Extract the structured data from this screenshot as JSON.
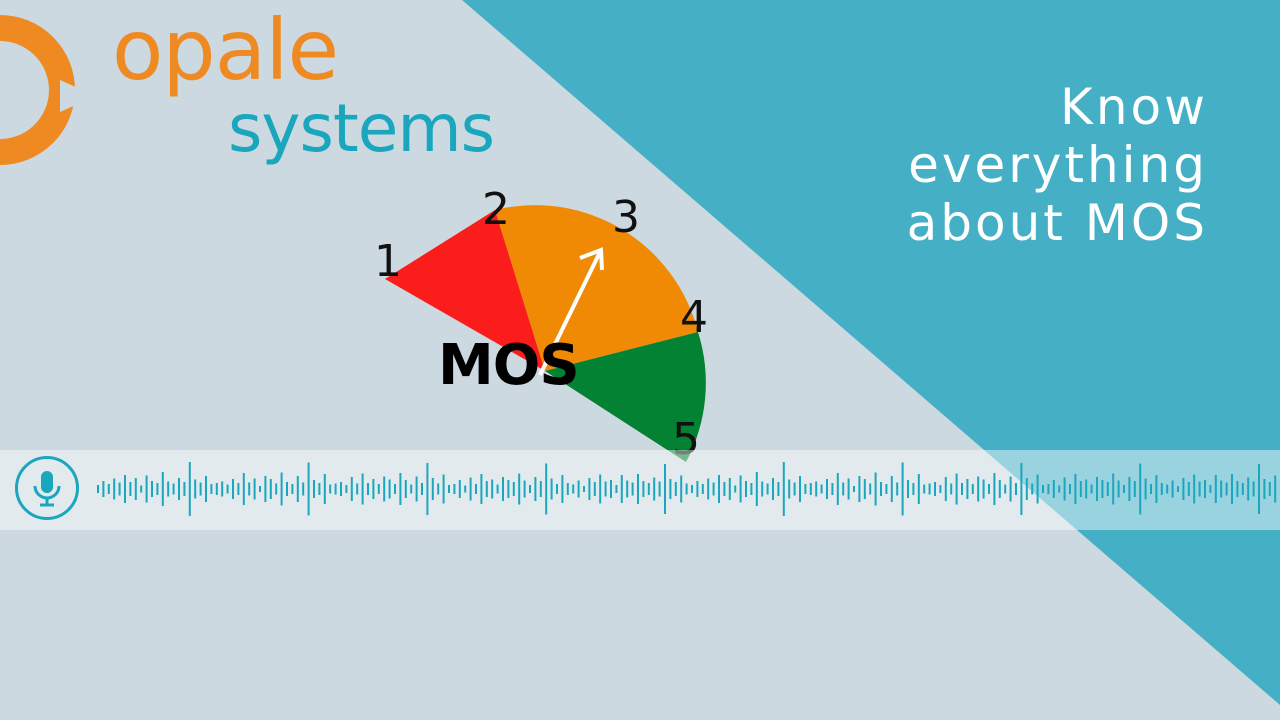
{
  "brand": {
    "name_top": "opale",
    "name_bottom": "systems",
    "orange": "#ef8a22",
    "teal": "#1aa6bd"
  },
  "headline": {
    "line1": "Know",
    "line2": "everything",
    "line3": "about MOS",
    "color": "#ffffff"
  },
  "gauge": {
    "label": "MOS",
    "scale": [
      "1",
      "2",
      "3",
      "4",
      "5"
    ],
    "colors": {
      "low": "#fb1c1c",
      "mid": "#f08a05",
      "high": "#028232",
      "needle": "#ffffff"
    }
  },
  "audio_bar": {
    "icon": "microphone-icon",
    "accent": "#1aa6bd"
  },
  "background": {
    "light": "#ccd9e1",
    "accent": "#45afc6"
  }
}
